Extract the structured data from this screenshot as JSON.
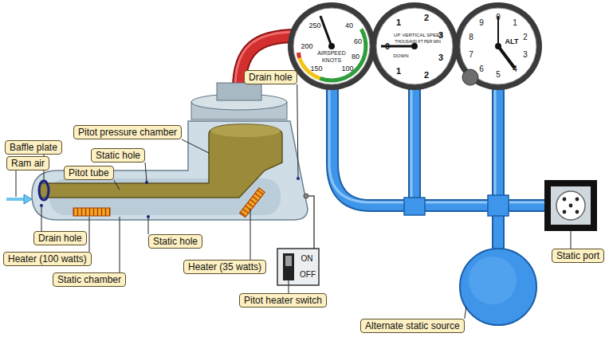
{
  "diagram": {
    "nodes": [
      {
        "text": [
          "Drain hole"
        ]
      },
      {
        "text": [
          "Pitot pressure chamber"
        ]
      },
      {
        "text": [
          "Baffle plate"
        ]
      },
      {
        "text": [
          "Static hole"
        ]
      },
      {
        "text": [
          "Ram air"
        ]
      },
      {
        "text": [
          "Pitot tube"
        ]
      },
      {
        "text": [
          "Drain hole"
        ]
      },
      {
        "text": [
          "Static hole"
        ]
      },
      {
        "text": [
          "Heater (100 watts)"
        ]
      },
      {
        "text": [
          "Heater (35 watts)"
        ]
      },
      {
        "text": [
          "Static chamber"
        ]
      },
      {
        "text": [
          "Pitot heater switch"
        ]
      },
      {
        "text": [
          "Static port"
        ]
      },
      {
        "text": [
          "Alternate static source"
        ]
      }
    ],
    "labels": [
      "250",
      "40",
      "60",
      "80",
      "100",
      "150",
      "200",
      "AIRSPEED",
      "KNOTS",
      "UP",
      "VERTICAL SPEED",
      "THOUSAND FT PER MIN",
      "0",
      "1",
      "2",
      "3",
      "3",
      "2",
      "1",
      "DOWN",
      "0",
      "1",
      "2",
      "3",
      "4",
      "5",
      "6",
      "7",
      "8",
      "9",
      "ALT",
      "ON",
      "OFF"
    ]
  }
}
